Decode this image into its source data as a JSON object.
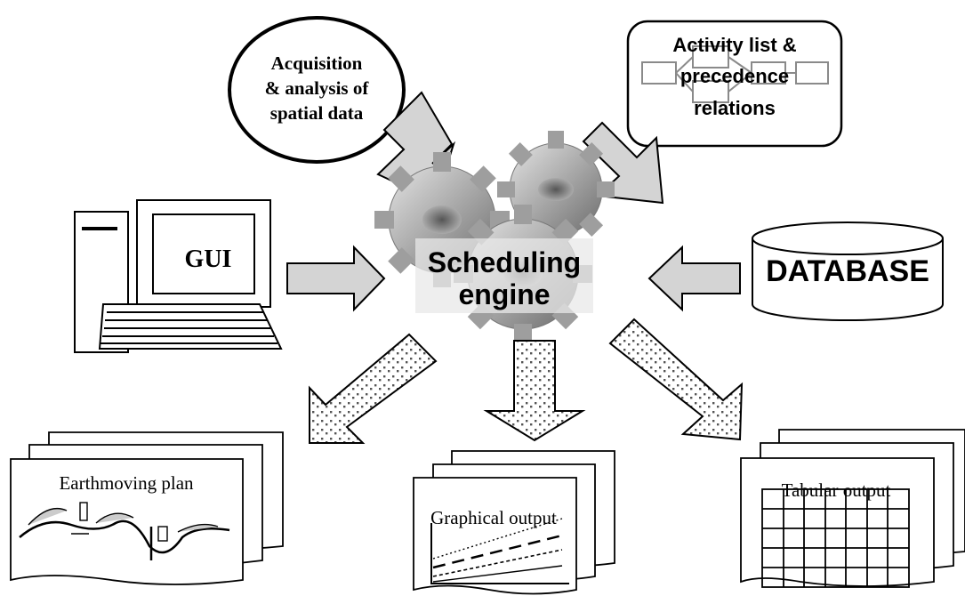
{
  "inputs": {
    "spatial": {
      "line1": "Acquisition",
      "line2": "& analysis of",
      "line3": "spatial data"
    },
    "activity": {
      "line1": "Activity list &",
      "line2": "precedence",
      "line3": "relations"
    },
    "gui": {
      "label": "GUI"
    },
    "database": {
      "label": "DATABASE"
    }
  },
  "engine": {
    "line1": "Scheduling",
    "line2": "engine"
  },
  "outputs": {
    "earthmoving": {
      "label": "Earthmoving plan"
    },
    "graphical": {
      "label": "Graphical output"
    },
    "tabular": {
      "label": "Tabular output"
    }
  },
  "icons": [
    "gear-icon",
    "computer-icon",
    "database-cylinder-icon",
    "document-stack-icon",
    "arrow-icon"
  ],
  "colors": {
    "arrow_fill": "#d4d4d4",
    "gear_light": "#c8c8c8",
    "gear_dark": "#7a7a7a",
    "stroke": "#000000"
  }
}
